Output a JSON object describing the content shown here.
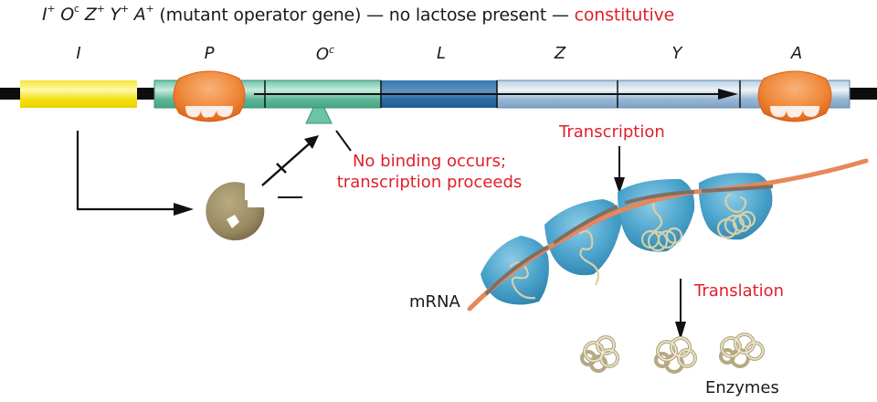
{
  "title": {
    "genotype": [
      {
        "gene": "I",
        "sup": "+"
      },
      {
        "gene": "O",
        "sup": "c"
      },
      {
        "gene": "Z",
        "sup": "+"
      },
      {
        "gene": "Y",
        "sup": "+"
      },
      {
        "gene": "A",
        "sup": "+"
      }
    ],
    "description": "(mutant operator gene) — no lactose present —",
    "outcome": "constitutive"
  },
  "gene_labels": {
    "I": "I",
    "P": "P",
    "O": "O",
    "O_sup": "c",
    "L": "L",
    "Z": "Z",
    "Y": "Y",
    "A": "A"
  },
  "annotations": {
    "binding_line1": "No binding occurs;",
    "binding_line2": "transcription proceeds",
    "transcription": "Transcription",
    "translation": "Translation",
    "mrna": "mRNA",
    "enzymes": "Enzymes"
  },
  "colors": {
    "accent_red": "#e0202a",
    "regulator_yellow": "#f5e21a",
    "promoter_teal": "#6cc3a8",
    "leader_blue": "#2f72a8",
    "structural_light_blue": "#a9c4dc",
    "rna_polymerase_orange": "#ee7a2c",
    "repressor_tan": "#9a8a62",
    "ribosome_blue": "#4aa3cc",
    "mrna_orange": "#e8875a",
    "polypeptide_tan": "#d8cfa8"
  }
}
